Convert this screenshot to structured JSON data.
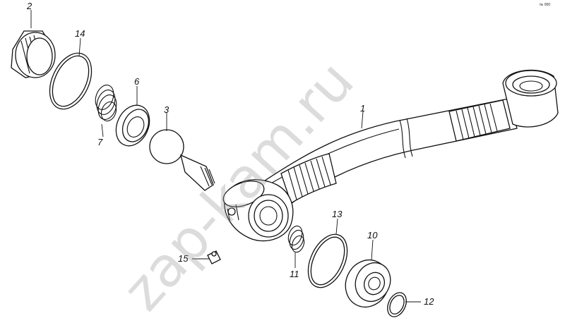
{
  "watermark": "zap-kam.ru",
  "corner_code": "№ 000",
  "callouts": [
    {
      "id": "part-2",
      "text": "2"
    },
    {
      "id": "part-14",
      "text": "14"
    },
    {
      "id": "part-6",
      "text": "6"
    },
    {
      "id": "part-3",
      "text": "3"
    },
    {
      "id": "part-7",
      "text": "7"
    },
    {
      "id": "part-1",
      "text": "1"
    },
    {
      "id": "part-13",
      "text": "13"
    },
    {
      "id": "part-10",
      "text": "10"
    },
    {
      "id": "part-15",
      "text": "15"
    },
    {
      "id": "part-11",
      "text": "11"
    },
    {
      "id": "part-12",
      "text": "12"
    }
  ]
}
